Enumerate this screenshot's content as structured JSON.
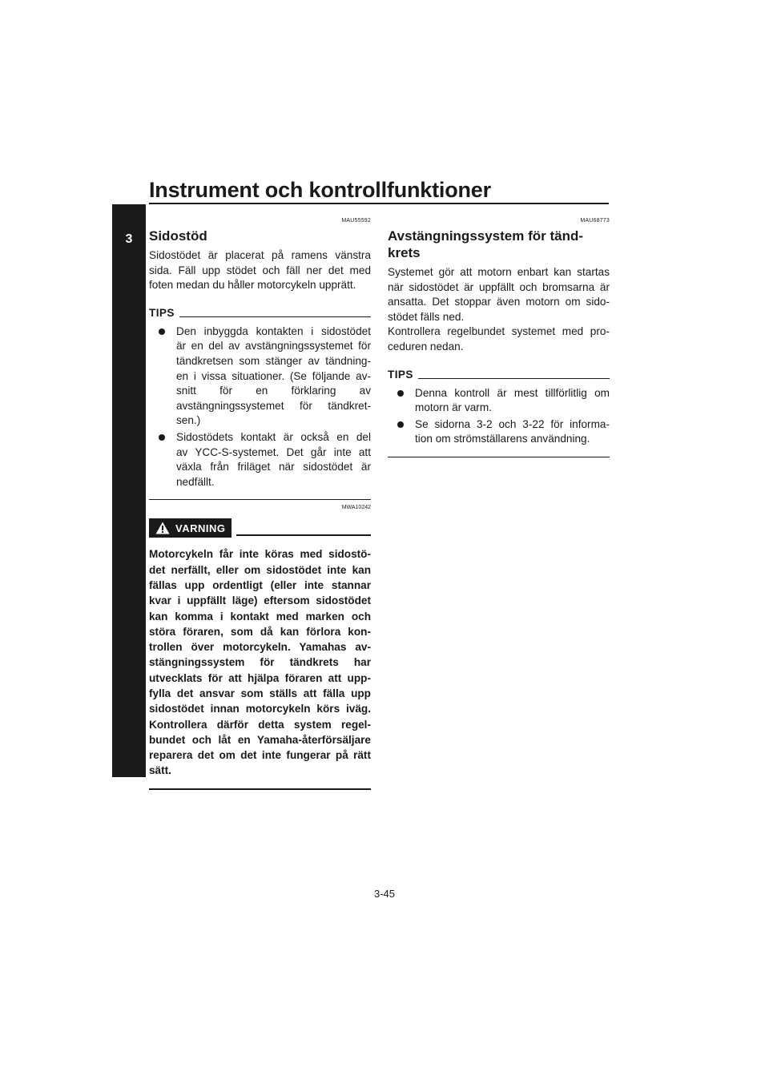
{
  "header": {
    "title": "Instrument och kontrollfunktioner",
    "chapter": "3"
  },
  "left": {
    "code": "MAU55592",
    "title": "Sidostöd",
    "body": [
      "Sidostödet är placerat på ramens vänstra",
      "sida. Fäll upp stödet och fäll ner det med",
      "foten medan du håller motorcykeln upprätt."
    ],
    "tips_label": "TIPS",
    "tips": [
      [
        "Den inbyggda kontakten i sidostödet",
        "är en del av avstängningssystemet för",
        "tändkretsen som stänger av tändning-",
        "en i vissa situationer. (Se följande av-",
        "snitt för en förklaring av",
        "avstängningssystemet för tändkret-",
        "sen.)"
      ],
      [
        "Sidostödets kontakt är också en del",
        "av YCC-S-systemet. Det går inte att",
        "växla från friläget när sidostödet är",
        "nedfällt."
      ]
    ],
    "warning": {
      "code": "MWA10242",
      "label": "VARNING",
      "lines": [
        "Motorcykeln får inte köras med sidostö-",
        "det nerfällt, eller om sidostödet inte kan",
        "fällas upp ordentligt (eller inte stannar",
        "kvar i uppfällt läge) eftersom sidostödet",
        "kan komma i kontakt med marken och",
        "störa föraren, som då kan förlora kon-",
        "trollen över motorcykeln. Yamahas av-",
        "stängningssystem för tändkrets har",
        "utvecklats för att hjälpa föraren att upp-",
        "fylla det ansvar som ställs att fälla upp",
        "sidostödet innan motorcykeln körs iväg.",
        "Kontrollera därför detta system regel-",
        "bundet och låt en Yamaha-återförsäljare",
        "reparera det om det inte fungerar på rätt",
        "sätt."
      ]
    }
  },
  "right": {
    "code": "MAU68773",
    "title_line1": "Avstängningssystem för tänd-",
    "title_line2": "krets",
    "body": [
      "Systemet gör att motorn enbart kan startas",
      "när sidostödet är uppfällt och bromsarna är",
      "ansatta. Det stoppar även motorn om sido-",
      "stödet fälls ned."
    ],
    "body2": [
      "Kontrollera regelbundet systemet med pro-",
      "ceduren nedan."
    ],
    "tips_label": "TIPS",
    "tips": [
      [
        "Denna kontroll är mest tillförlitlig om",
        "motorn är varm."
      ],
      [
        "Se sidorna 3-2 och 3-22 för informa-",
        "tion om strömställarens användning."
      ]
    ]
  },
  "page_number": "3-45"
}
